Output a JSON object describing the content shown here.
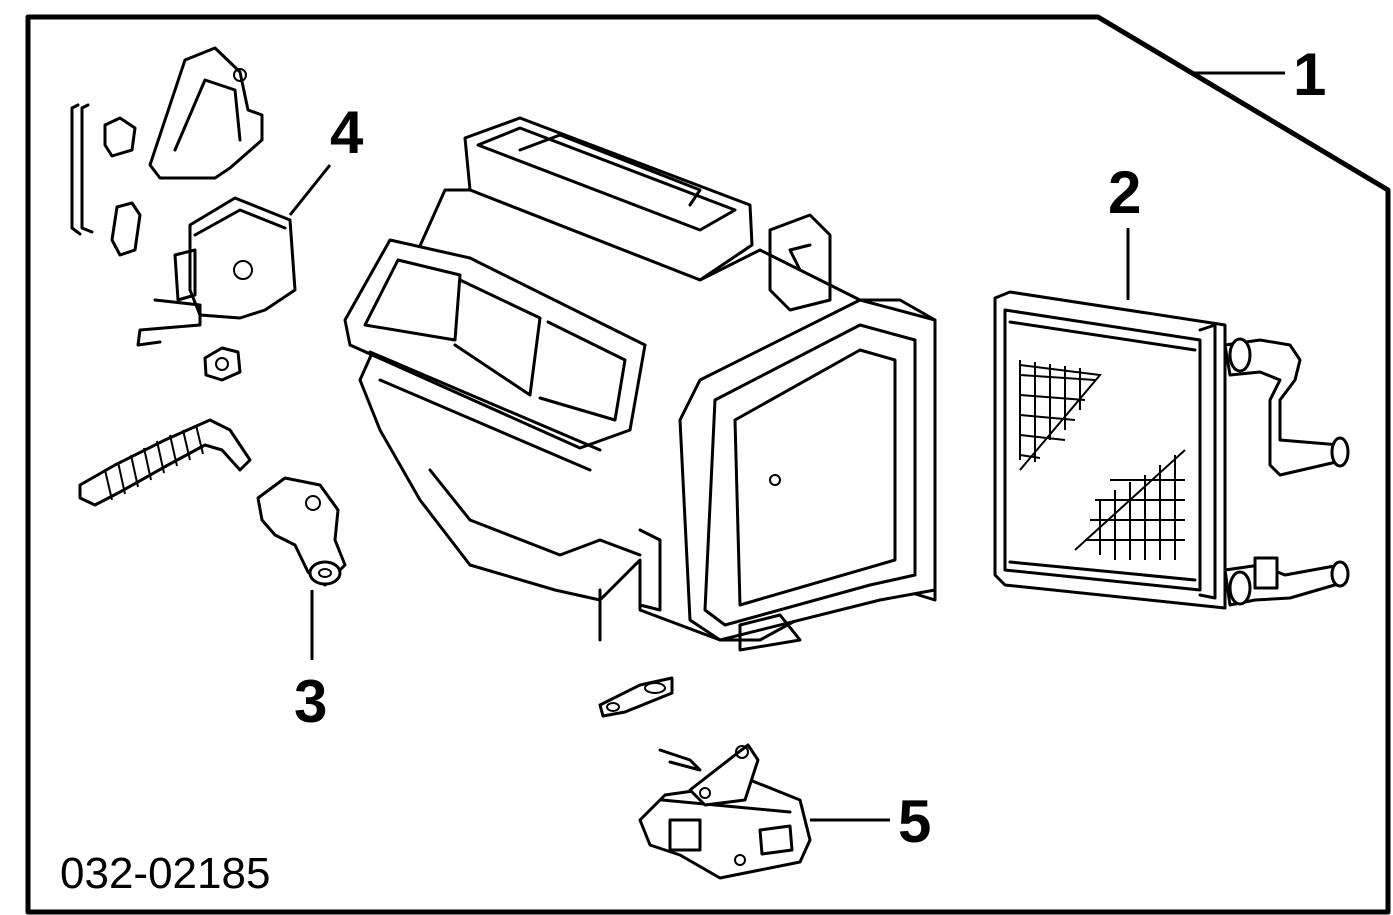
{
  "diagram": {
    "callouts": [
      {
        "id": "1",
        "label": "1"
      },
      {
        "id": "2",
        "label": "2"
      },
      {
        "id": "3",
        "label": "3"
      },
      {
        "id": "4",
        "label": "4"
      },
      {
        "id": "5",
        "label": "5"
      }
    ],
    "figure_code": "032-02185",
    "colors": {
      "line": "#000000",
      "background": "#ffffff"
    }
  }
}
